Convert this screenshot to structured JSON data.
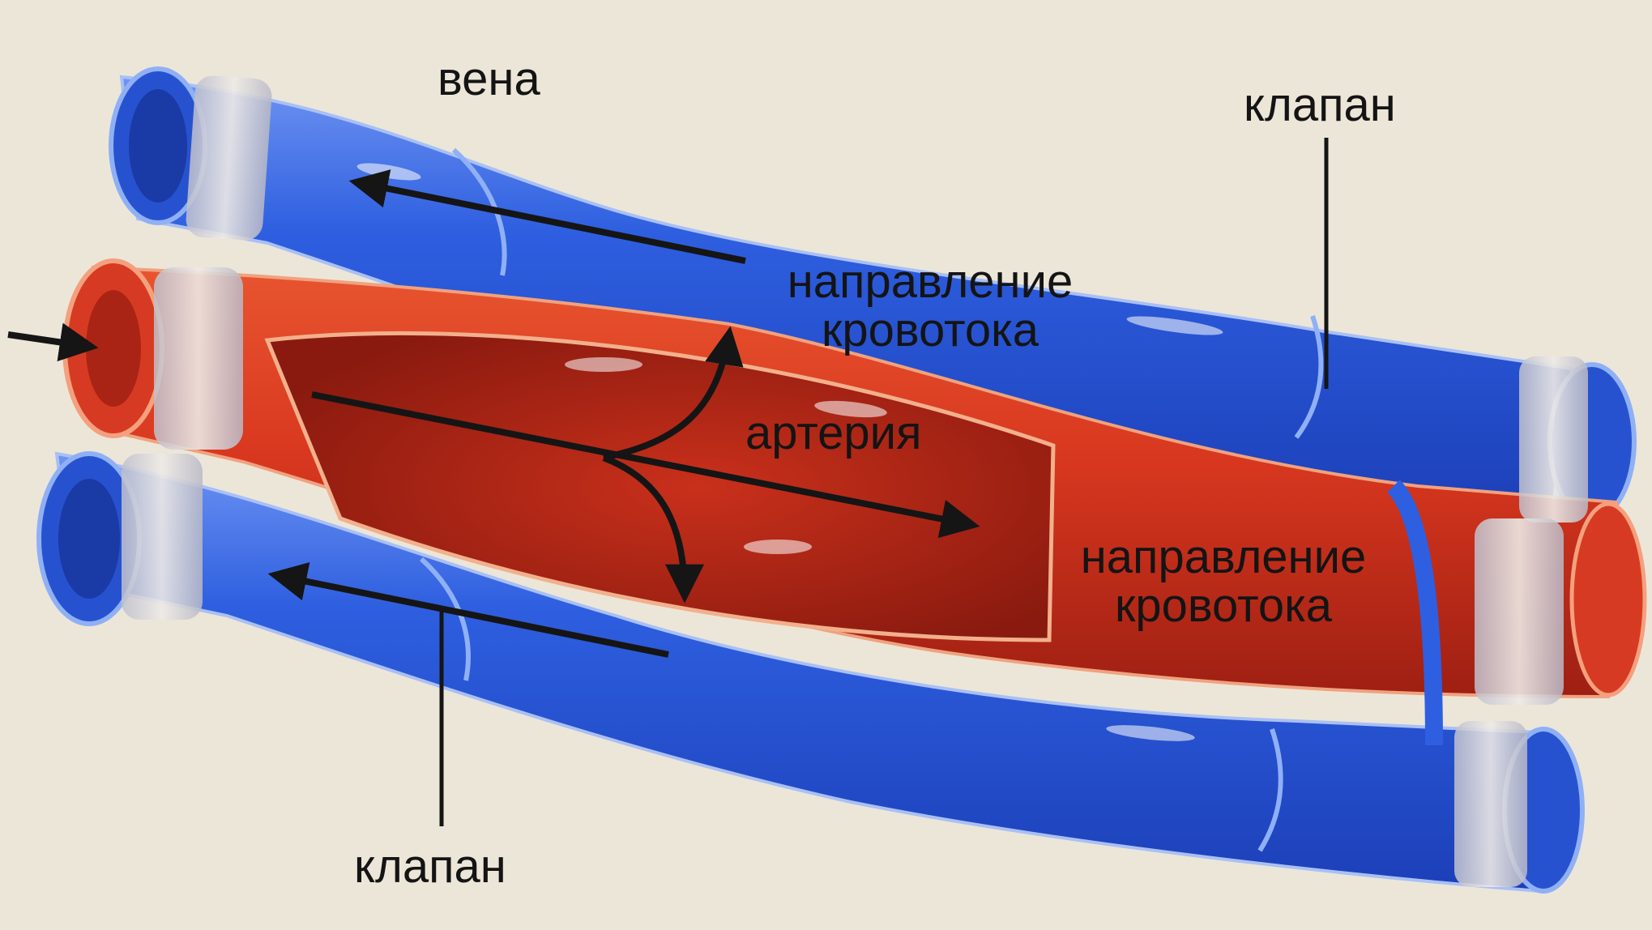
{
  "labels": {
    "vein": "вена",
    "valve_top": "клапан",
    "valve_bottom": "клапан",
    "artery": "артерия",
    "flow_upper": {
      "line1": "направление",
      "line2": "кровотока"
    },
    "flow_lower": {
      "line1": "направление",
      "line2": "кровотока"
    }
  },
  "colors": {
    "background": "#ece6d9",
    "vein": "#2e5fe0",
    "vein_dark": "#1c3fb8",
    "vein_light": "#6f94f2",
    "artery": "#d8371f",
    "artery_dark": "#9e1f12",
    "artery_inner": "#e8552f",
    "band": "#d9d6d2",
    "arrow": "#151515"
  }
}
